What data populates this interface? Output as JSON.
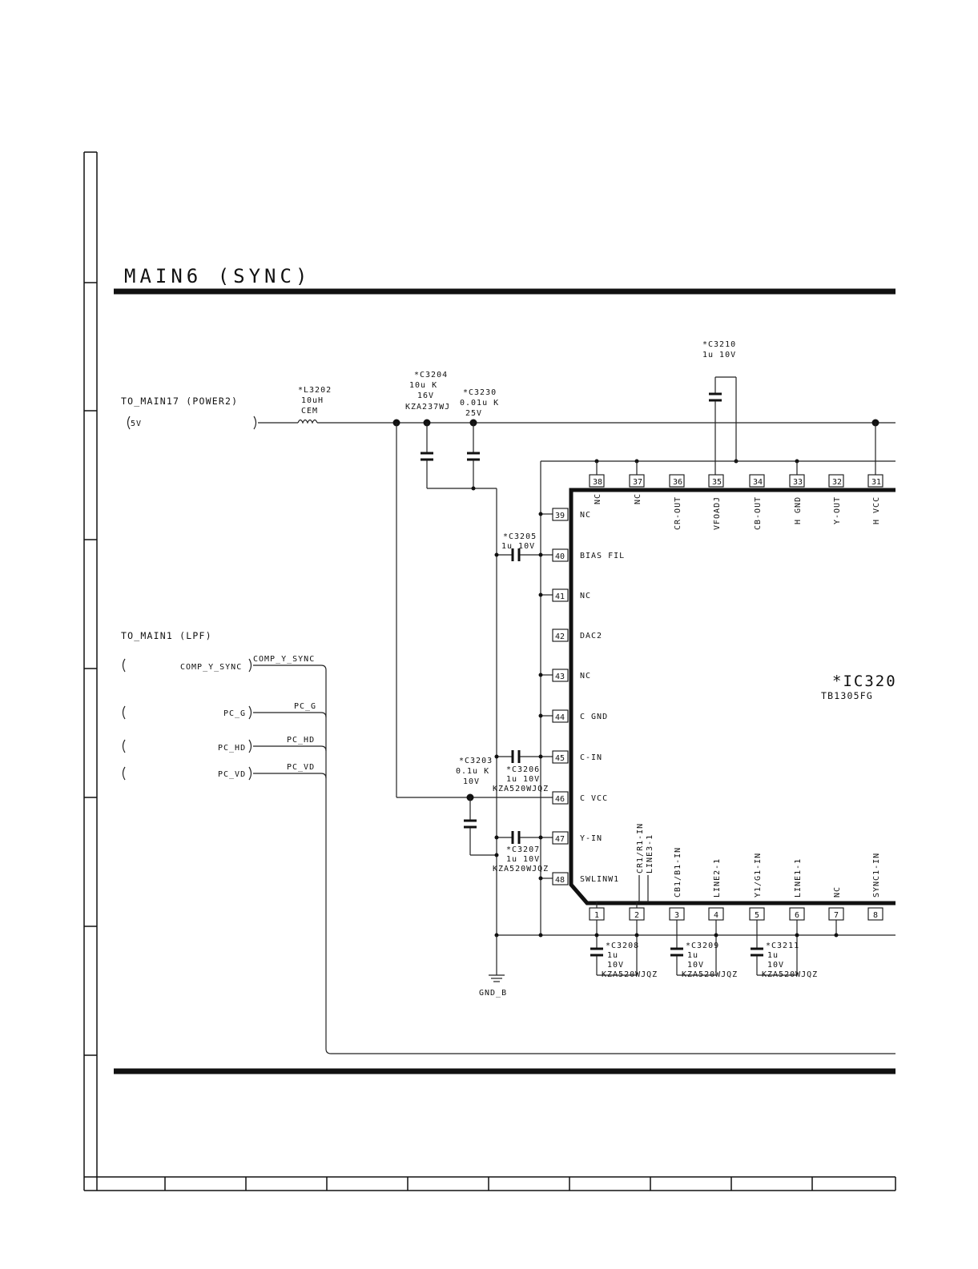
{
  "title": "MAIN6 (SYNC)",
  "connectors": {
    "power": {
      "heading": "TO_MAIN17 (POWER2)",
      "pin": "5V"
    },
    "lpf": {
      "heading": "TO_MAIN1 (LPF)",
      "pins": [
        {
          "label": "COMP_Y_SYNC",
          "net": "COMP_Y_SYNC"
        },
        {
          "label": "PC_G",
          "net": "PC_G"
        },
        {
          "label": "PC_HD",
          "net": "PC_HD"
        },
        {
          "label": "PC_VD",
          "net": "PC_VD"
        }
      ]
    }
  },
  "components": {
    "L3202": {
      "ref": "*L3202",
      "lines": [
        "10uH",
        "CEM"
      ]
    },
    "C3204": {
      "ref": "*C3204",
      "lines": [
        "10u  K",
        "16V",
        "KZA237WJ"
      ]
    },
    "C3230": {
      "ref": "*C3230",
      "lines": [
        "0.01u K",
        "25V"
      ]
    },
    "C3210": {
      "ref": "*C3210",
      "lines": [
        "1u 10V"
      ]
    },
    "C3205": {
      "ref": "*C3205",
      "lines": [
        "1u 10V"
      ]
    },
    "C3203": {
      "ref": "*C3203",
      "lines": [
        "0.1u K",
        "10V"
      ]
    },
    "C3206": {
      "ref": "*C3206",
      "lines": [
        "1u 10V",
        "KZA520WJQZ"
      ]
    },
    "C3207": {
      "ref": "*C3207",
      "lines": [
        "1u 10V",
        "KZA520WJQZ"
      ]
    },
    "C3208": {
      "ref": "*C3208",
      "lines": [
        "1u",
        "10V",
        "KZA520WJQZ"
      ]
    },
    "C3209": {
      "ref": "*C3209",
      "lines": [
        "1u",
        "10V",
        "KZA520WJQZ"
      ]
    },
    "C3211": {
      "ref": "*C3211",
      "lines": [
        "1u",
        "10V",
        "KZA520WJQZ"
      ]
    },
    "ground": {
      "label": "GND_B"
    }
  },
  "ic": {
    "ref": "*IC320",
    "part": "TB1305FG",
    "top_pins": [
      {
        "num": "38",
        "name": "NC"
      },
      {
        "num": "37",
        "name": "NC"
      },
      {
        "num": "36",
        "name": "CR-OUT"
      },
      {
        "num": "35",
        "name": "VFOADJ"
      },
      {
        "num": "34",
        "name": "CB-OUT"
      },
      {
        "num": "33",
        "name": "H GND"
      },
      {
        "num": "32",
        "name": "Y-OUT"
      },
      {
        "num": "31",
        "name": "H VCC"
      }
    ],
    "left_pins": [
      {
        "num": "39",
        "name": "NC"
      },
      {
        "num": "40",
        "name": "BIAS FIL"
      },
      {
        "num": "41",
        "name": "NC"
      },
      {
        "num": "42",
        "name": "DAC2"
      },
      {
        "num": "43",
        "name": "NC"
      },
      {
        "num": "44",
        "name": "C GND"
      },
      {
        "num": "45",
        "name": "C-IN"
      },
      {
        "num": "46",
        "name": "C VCC"
      },
      {
        "num": "47",
        "name": "Y-IN"
      },
      {
        "num": "48",
        "name": "SWLINW1"
      }
    ],
    "bottom_pins": [
      {
        "num": "1",
        "name": ""
      },
      {
        "num": "2",
        "name": ""
      },
      {
        "num": "3",
        "name": "CB1/B1-IN"
      },
      {
        "num": "4",
        "name": "LINE2-1"
      },
      {
        "num": "5",
        "name": "Y1/G1-IN"
      },
      {
        "num": "6",
        "name": "LINE1-1"
      },
      {
        "num": "7",
        "name": "NC"
      },
      {
        "num": "8",
        "name": "SYNC1-IN"
      }
    ],
    "leader_labels": [
      "CR1/R1-IN",
      "LINE3-1"
    ]
  }
}
